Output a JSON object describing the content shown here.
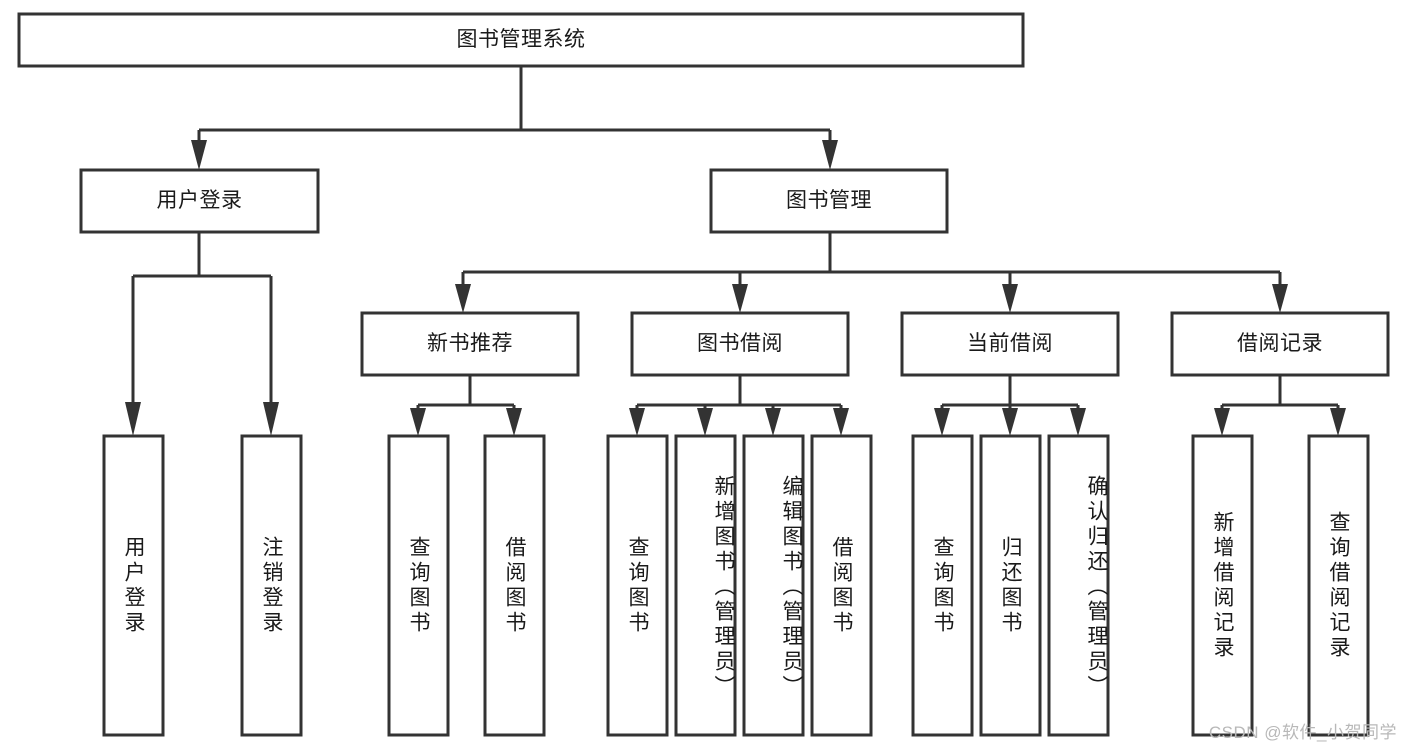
{
  "diagram": {
    "title": "图书管理系统",
    "watermark": "CSDN @软件_小贺同学",
    "colors": {
      "stroke": "#333333",
      "fill": "#ffffff",
      "text": "#1a1a1a",
      "watermark": "#b8b8b8"
    },
    "levels": {
      "root": {
        "label": "图书管理系统"
      },
      "level2": [
        {
          "label": "用户登录"
        },
        {
          "label": "图书管理"
        }
      ],
      "level3": [
        {
          "label": "新书推荐"
        },
        {
          "label": "图书借阅"
        },
        {
          "label": "当前借阅"
        },
        {
          "label": "借阅记录"
        }
      ],
      "leaves": [
        {
          "label": "用户登录",
          "parent": "用户登录"
        },
        {
          "label": "注销登录",
          "parent": "用户登录"
        },
        {
          "label": "查询图书",
          "parent": "新书推荐"
        },
        {
          "label": "借阅图书",
          "parent": "新书推荐"
        },
        {
          "label": "查询图书",
          "parent": "图书借阅"
        },
        {
          "label": "新增图书（管理员）",
          "parent": "图书借阅"
        },
        {
          "label": "编辑图书（管理员）",
          "parent": "图书借阅"
        },
        {
          "label": "借阅图书",
          "parent": "图书借阅"
        },
        {
          "label": "查询图书",
          "parent": "当前借阅"
        },
        {
          "label": "归还图书",
          "parent": "当前借阅"
        },
        {
          "label": "确认归还（管理员）",
          "parent": "当前借阅"
        },
        {
          "label": "新增借阅记录",
          "parent": "借阅记录"
        },
        {
          "label": "查询借阅记录",
          "parent": "借阅记录"
        }
      ]
    }
  }
}
